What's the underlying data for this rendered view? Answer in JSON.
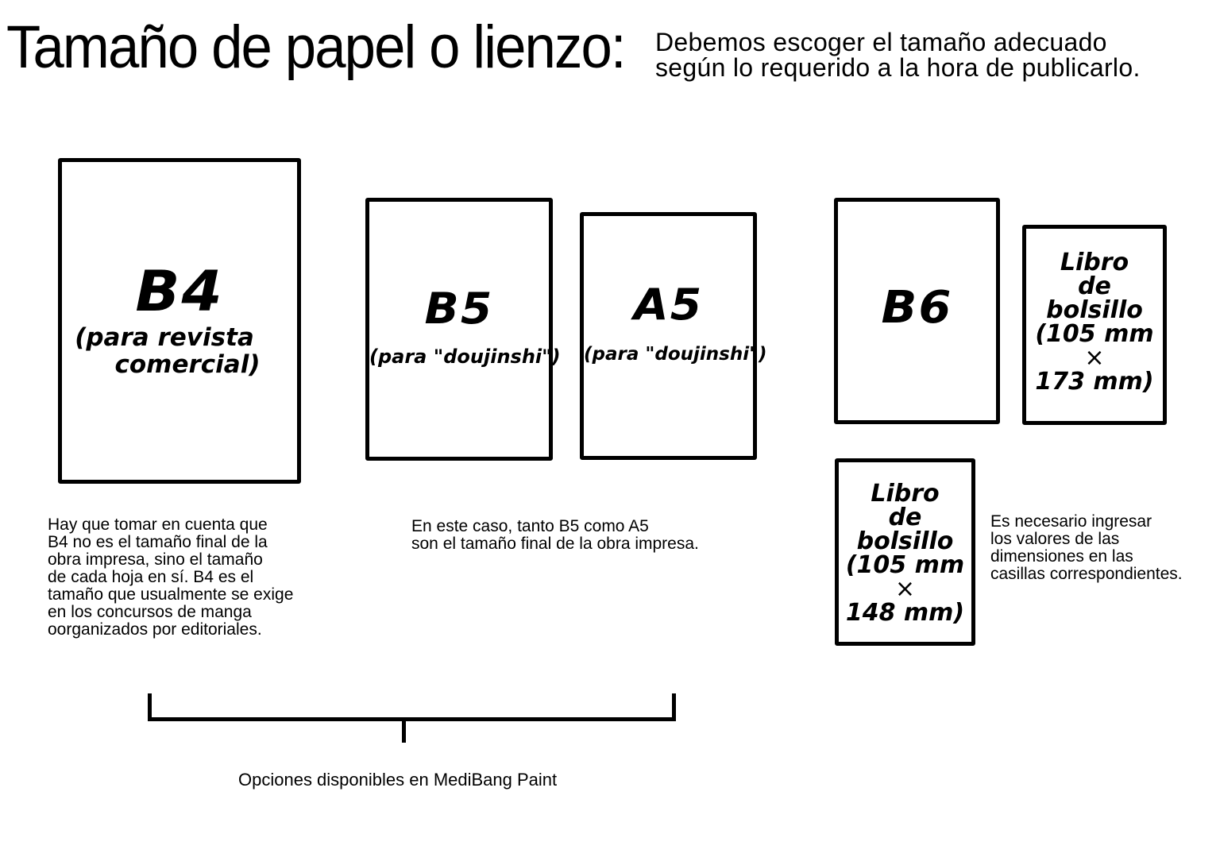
{
  "header": {
    "title": "Tamaño de papel o lienzo:",
    "subtitle_lines": [
      "Debemos escoger el tamaño adecuado",
      "según lo requerido a la hora de publicarlo."
    ]
  },
  "sizes": {
    "b4": {
      "name": "B4",
      "desc_lines": [
        "(para revista",
        "comercial)"
      ]
    },
    "b5": {
      "name": "B5",
      "desc": "(para \"doujinshi\")"
    },
    "a5": {
      "name": "A5",
      "desc": "(para \"doujinshi\")"
    },
    "b6": {
      "name": "B6"
    },
    "pocket_173": {
      "lines": [
        "Libro",
        "de",
        "bolsillo",
        "(105 mm",
        "×",
        "173 mm)"
      ]
    },
    "pocket_148": {
      "lines": [
        "Libro",
        "de",
        "bolsillo",
        "(105 mm",
        "×",
        "148 mm)"
      ]
    }
  },
  "notes": {
    "b4_note": [
      "Hay que tomar en cuenta que",
      "B4 no es el tamaño final de la",
      "obra impresa, sino el tamaño",
      "de cada hoja en sí. B4 es el",
      "tamaño que usualmente se exige",
      "en los concursos de manga",
      "oorganizados por editoriales."
    ],
    "b5_a5_note": [
      "En este caso, tanto B5 como A5",
      "son el tamaño final de la obra impresa."
    ],
    "pocket_note": [
      "Es necesario ingresar",
      "los valores de las",
      "dimensiones en las",
      "casillas correspondientes."
    ]
  },
  "bracket": {
    "caption": "Opciones disponibles en MediBang Paint"
  }
}
